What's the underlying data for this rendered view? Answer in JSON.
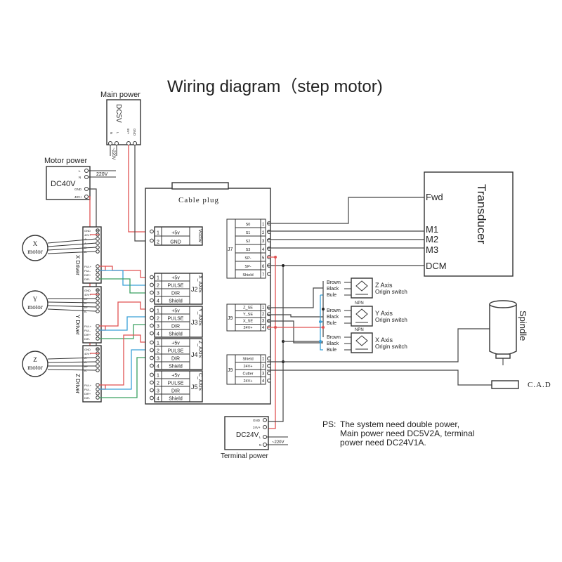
{
  "title": "Wiring diagram（step motor)",
  "main_power": {
    "label": "Main power",
    "model": "DC5V",
    "pins": [
      "N",
      "L",
      "5V+",
      "GND"
    ],
    "ac_label": "~220V"
  },
  "motor_power": {
    "label": "Motor power",
    "model": "DC40V",
    "pins": [
      "L",
      "N",
      "GND",
      "40V+"
    ],
    "ac_label": "220V"
  },
  "terminal_power": {
    "label": "Terminal power",
    "model": "DC24V",
    "pins": [
      "GND",
      "24V+",
      "L",
      "N"
    ],
    "ac_label": "~220V"
  },
  "motors": [
    {
      "label_top": "X",
      "label_bottom": "motor",
      "driver": "X Driver"
    },
    {
      "label_top": "Y",
      "label_bottom": "motor",
      "driver": "Y Driver"
    },
    {
      "label_top": "Z",
      "label_bottom": "motor",
      "driver": "Z Driver"
    }
  ],
  "driver_pins_top": [
    "GND",
    "40V+",
    "A+",
    "A-",
    "B+",
    "B-"
  ],
  "driver_pins_bottom": [
    "PUL+",
    "PUL-",
    "DIR+",
    "DIR-"
  ],
  "cable_plug": {
    "label": "Cable plug"
  },
  "vcc5v": {
    "side_label": "Vcc5v",
    "pins": [
      {
        "n": "1",
        "label": "+5v"
      },
      {
        "n": "2",
        "label": "GND"
      }
    ]
  },
  "axis_connectors": [
    {
      "id": "J2",
      "side_label": "X_AXIS",
      "pins": [
        {
          "n": "1",
          "label": "+5v"
        },
        {
          "n": "2",
          "label": "PULSE"
        },
        {
          "n": "3",
          "label": "DIR"
        },
        {
          "n": "4",
          "label": "Shield"
        }
      ]
    },
    {
      "id": "J3",
      "side_label": "Y_AXIS",
      "pins": [
        {
          "n": "1",
          "label": "+5v"
        },
        {
          "n": "2",
          "label": "PULSE"
        },
        {
          "n": "3",
          "label": "DIR"
        },
        {
          "n": "4",
          "label": "Shield"
        }
      ]
    },
    {
      "id": "J4",
      "side_label": "Z_AXIS",
      "pins": [
        {
          "n": "1",
          "label": "+5v"
        },
        {
          "n": "2",
          "label": "PULSE"
        },
        {
          "n": "3",
          "label": "DIR"
        },
        {
          "n": "4",
          "label": "Shield"
        }
      ]
    },
    {
      "id": "J5",
      "side_label": "C_AXIS",
      "pins": [
        {
          "n": "1",
          "label": "+5v"
        },
        {
          "n": "2",
          "label": "PULSE"
        },
        {
          "n": "3",
          "label": "DIR"
        },
        {
          "n": "4",
          "label": "Shield"
        }
      ]
    }
  ],
  "j7": {
    "id": "J7",
    "pins": [
      {
        "n": "1",
        "label": "S0"
      },
      {
        "n": "2",
        "label": "S1"
      },
      {
        "n": "3",
        "label": "S2"
      },
      {
        "n": "4",
        "label": "S3"
      },
      {
        "n": "5",
        "label": "SP-"
      },
      {
        "n": "6",
        "label": "SP-"
      },
      {
        "n": "7",
        "label": "Shield"
      }
    ]
  },
  "j9a": {
    "id": "J9",
    "pins": [
      {
        "n": "1",
        "label": "Z_SE"
      },
      {
        "n": "2",
        "label": "Y_SE"
      },
      {
        "n": "3",
        "label": "X_SE"
      },
      {
        "n": "4",
        "label": "24V+"
      }
    ]
  },
  "j9b": {
    "id": "J9",
    "pins": [
      {
        "n": "1",
        "label": "Shield"
      },
      {
        "n": "2",
        "label": "24V+"
      },
      {
        "n": "3",
        "label": "Cutter"
      },
      {
        "n": "4",
        "label": "24V+"
      }
    ]
  },
  "transducer": {
    "label": "Transducer",
    "terminals": [
      "Fwd",
      "M1",
      "M2",
      "M3",
      "DCM"
    ]
  },
  "switches": [
    {
      "axis": "Z Axis",
      "desc": "Origin switch",
      "wires": [
        "Brown",
        "Black",
        "Bule"
      ],
      "type": ""
    },
    {
      "axis": "Y Axis",
      "desc": "Origin switch",
      "wires": [
        "Brown",
        "Black",
        "Bule"
      ],
      "type": "NPN"
    },
    {
      "axis": "X Axis",
      "desc": "Origin switch",
      "wires": [
        "Brown",
        "Black",
        "Bule"
      ],
      "type": "NPN"
    }
  ],
  "spindle": {
    "label": "Spindle"
  },
  "cad": {
    "label": "C.A.D"
  },
  "note": {
    "prefix": "PS:",
    "lines": [
      "The system need double power,",
      "Main power need DC5V2A, terminal",
      "power need DC24V1A."
    ]
  },
  "colors": {
    "red": "#e05252",
    "blue": "#3aa0d8",
    "green": "#3aa060",
    "line": "#444444"
  }
}
